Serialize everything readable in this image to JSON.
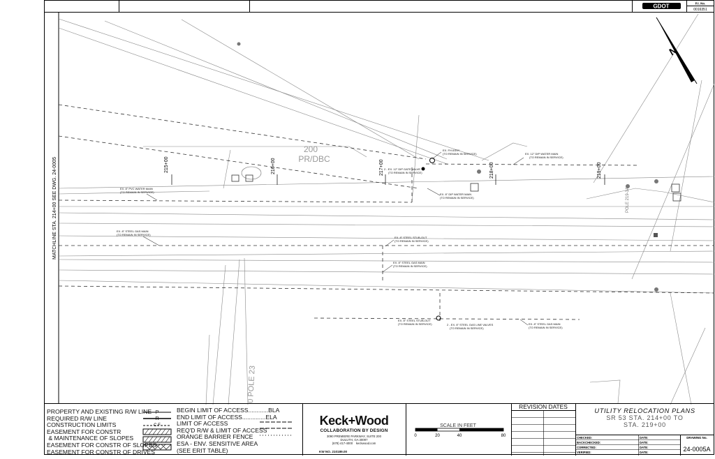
{
  "header": {
    "pi_label": "P.I. No.",
    "pi_number": "0016351",
    "agency_logo": "GDOT"
  },
  "north_arrow": {
    "label": "N",
    "icon": "north-arrow-icon"
  },
  "matchline": "MATCHLINE STA. 214+00 SEE DWG. 24-0005",
  "stations": [
    "215+00",
    "216+00",
    "217+00",
    "218+00",
    "219+00"
  ],
  "labels": {
    "pr_dbc": [
      "200",
      "PR/DBC"
    ],
    "pole23": "0 POLE 23",
    "pole219": "POLE 219-3A",
    "water_main_1": [
      "EX. 8\" PVC WATER MAIN",
      "(TO REMAIN IN SERVICE)"
    ],
    "gas_main_1": [
      "EX. 8\" STEEL GAS MAIN",
      "(TO REMAIN IN SERVICE)"
    ],
    "gate_valve": [
      "2 - EX. 12\" DIP GATE VALVE",
      "(TO REMAIN IN SERVICE)"
    ],
    "fh": [
      "EX. FH ASSY",
      "(TO REMAIN IN SERVICE)"
    ],
    "water_main_dip": [
      "EX. 8\" DIP WATER MAIN",
      "(TO REMAIN IN SERVICE)"
    ],
    "water_main_12": [
      "EX. 12\" DIP WATER MAIN",
      "(TO REMAIN IN SERVICE)"
    ],
    "stub_out_1": [
      "EX. 8\" STEEL STUB-OUT",
      "(TO REMAIN IN SERVICE)"
    ],
    "gas_main_2": [
      "EX. 8\" STEEL GAS MAIN",
      "(TO REMAIN IN SERVICE)"
    ],
    "stub_out_2": [
      "EX. 8\" STEEL STUB-OUT",
      "(TO REMAIN IN SERVICE)"
    ],
    "gas_valves": [
      "2 - EX. 8\" STEEL GAS LINE VALVES",
      "(TO REMAIN IN SERVICE)"
    ],
    "gas_main_3": [
      "EX. 8\" STEEL GAS MAIN",
      "(TO REMAIN IN SERVICE)"
    ]
  },
  "legend": {
    "left": [
      "PROPERTY AND EXISTING R/W LINE",
      "REQUIRED R/W LINE",
      "CONSTRUCTION LIMITS",
      "EASEMENT FOR CONSTR",
      " & MAINTENANCE OF SLOPES",
      "EASEMENT FOR CONSTR OF SLOPES",
      "EASEMENT FOR CONSTR OF DRIVES"
    ],
    "right": [
      "BEGIN LIMIT OF ACCESS............BLA",
      "END LIMIT OF ACCESS..............ELA",
      "LIMIT OF ACCESS",
      "REQ'D R/W & LIMIT OF ACCESS",
      "ORANGE BARRIER FENCE",
      "ESA - ENV. SENSITIVE AREA",
      "(SEE ERIT TABLE)"
    ],
    "symbols": [
      "P",
      "R",
      "C  F"
    ]
  },
  "firm": {
    "name": "Keck+Wood",
    "tagline": "COLLABORATION BY DESIGN",
    "address_1": "3090 PREMIERE PARKWAY, SUITE 200",
    "address_2": "DULUTH, GA 30097",
    "phone": "(678) 417-4000",
    "web": "keckwood.com",
    "kw_no": "KW NO. 210189.00"
  },
  "scale": {
    "label": "SCALE IN FEET",
    "ticks": [
      "0",
      "20",
      "40",
      "80"
    ]
  },
  "revision": {
    "header": "REVISION DATES"
  },
  "title_block": {
    "title": "UTILITY RELOCATION PLANS",
    "line2": "SR 53 STA. 214+00 TO",
    "line3": "STA. 219+00",
    "fields": [
      "CHECKED:",
      "BACKCHECKED:",
      "CORRECTED:",
      "VERIFIED:"
    ],
    "date_label": "DATE:",
    "drawing_label": "DRAWING No.",
    "drawing_no": "24-0005A"
  }
}
